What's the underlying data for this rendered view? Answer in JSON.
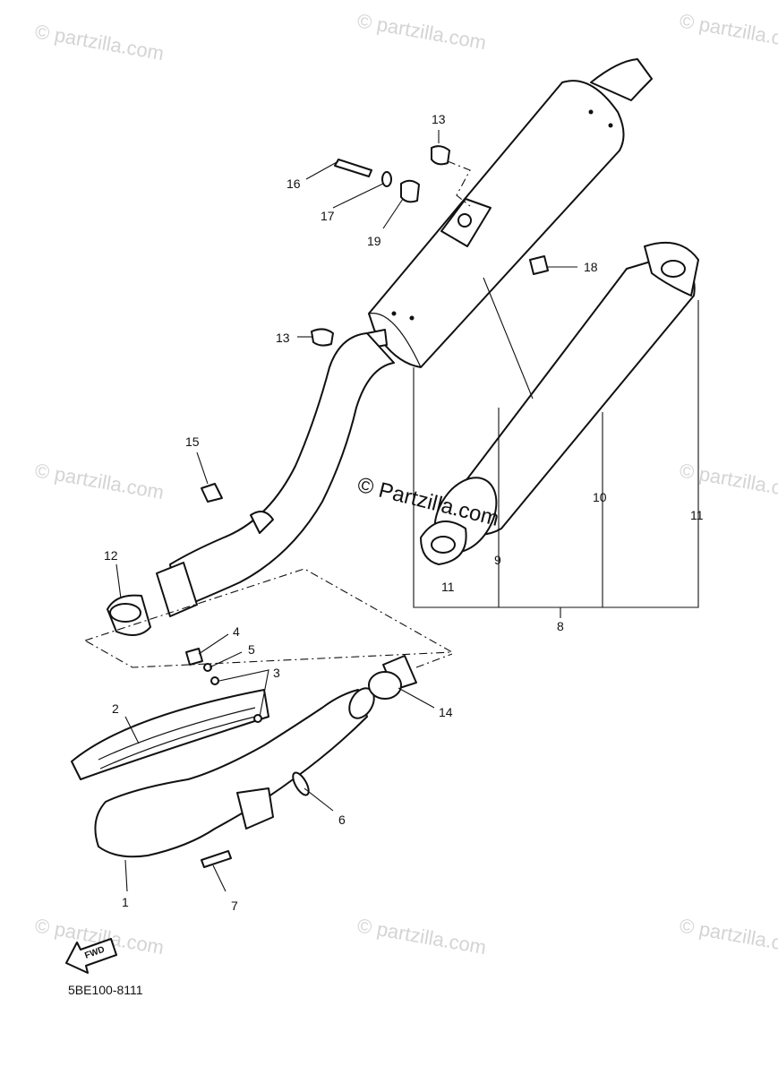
{
  "watermark": "© partzilla.com",
  "center_watermark": "© Partzilla.com",
  "diagram_code": "5BE100-8111",
  "fwd_label": "FWD",
  "callouts": {
    "c1": "1",
    "c2": "2",
    "c3": "3",
    "c4": "4",
    "c5": "5",
    "c6": "6",
    "c7": "7",
    "c8": "8",
    "c9": "9",
    "c10": "10",
    "c11a": "11",
    "c11b": "11",
    "c12": "12",
    "c13a": "13",
    "c13b": "13",
    "c14": "14",
    "c15": "15",
    "c16": "16",
    "c17": "17",
    "c18": "18",
    "c19": "19"
  },
  "colors": {
    "line": "#111111",
    "watermark": "#d4d4d4"
  }
}
